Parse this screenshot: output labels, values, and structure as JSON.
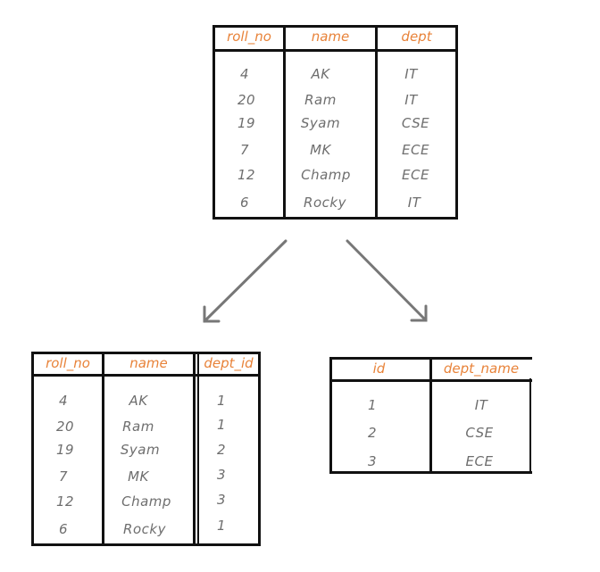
{
  "students": {
    "headers": [
      "roll_no",
      "name",
      "dept"
    ],
    "rows": [
      [
        "4",
        "AK",
        "IT"
      ],
      [
        "20",
        "Ram",
        "IT"
      ],
      [
        "19",
        "Syam",
        "CSE"
      ],
      [
        "7",
        "MK",
        "ECE"
      ],
      [
        "12",
        "Champ",
        "ECE"
      ],
      [
        "6",
        "Rocky",
        "IT"
      ]
    ]
  },
  "students_split": {
    "headers": [
      "roll_no",
      "name",
      "dept_id"
    ],
    "rows": [
      [
        "4",
        "AK",
        "1"
      ],
      [
        "20",
        "Ram",
        "1"
      ],
      [
        "19",
        "Syam",
        "2"
      ],
      [
        "7",
        "MK",
        "3"
      ],
      [
        "12",
        "Champ",
        "3"
      ],
      [
        "6",
        "Rocky",
        "1"
      ]
    ]
  },
  "departments": {
    "headers": [
      "id",
      "dept_name"
    ],
    "rows": [
      [
        "1",
        "IT"
      ],
      [
        "2",
        "CSE"
      ],
      [
        "3",
        "ECE"
      ]
    ]
  },
  "colors": {
    "header_text": "#e8833a",
    "cell_text": "#6e6e6e",
    "border": "#111111",
    "arrow": "#777777"
  }
}
